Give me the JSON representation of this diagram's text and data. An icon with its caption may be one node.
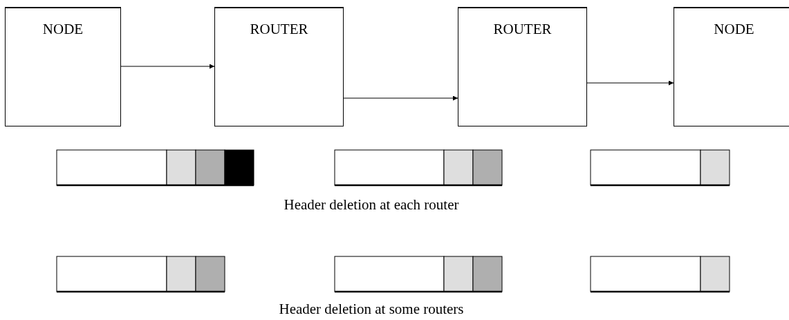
{
  "diagram": {
    "nodes": [
      {
        "text": [
          "NODE"
        ]
      },
      {
        "text": [
          "ROUTER"
        ]
      },
      {
        "text": [
          "ROUTER"
        ]
      },
      {
        "text": [
          "NODE"
        ]
      }
    ],
    "edges": [
      {
        "from": 0,
        "to": 1,
        "arrow": "to"
      },
      {
        "from": 1,
        "to": 2,
        "arrow": "to"
      },
      {
        "from": 2,
        "to": 3,
        "arrow": "to"
      }
    ],
    "labels": [
      "Header deletion at each router",
      "Header deletion at some routers"
    ]
  }
}
